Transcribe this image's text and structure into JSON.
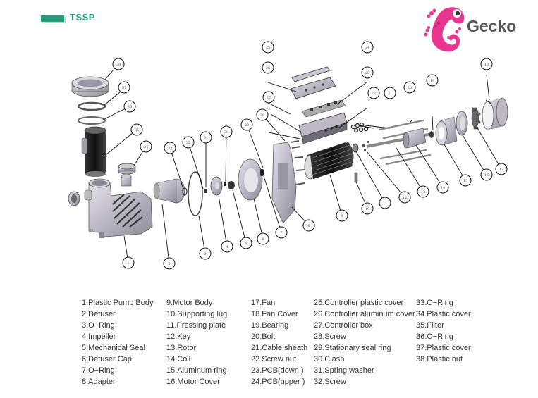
{
  "header": {
    "title": "TSSP",
    "accent_color": "#2a9a7c"
  },
  "logo": {
    "text": "Gecko",
    "icon": "gecko-icon",
    "icon_color": "#e8368f"
  },
  "diagram": {
    "title": "Exploded view of pump",
    "callouts": [
      "1",
      "2",
      "3",
      "4",
      "5",
      "6",
      "7",
      "8",
      "9",
      "10",
      "11",
      "12",
      "13",
      "14",
      "15",
      "16",
      "17",
      "18",
      "19",
      "20",
      "21",
      "22",
      "23",
      "24",
      "25",
      "26",
      "27",
      "28",
      "29",
      "30",
      "31",
      "32",
      "33",
      "34",
      "35",
      "36",
      "37",
      "38"
    ]
  },
  "legend": {
    "columns": [
      [
        "1.Plastic Pump Body",
        "2.Defuser",
        "3.O−Ring",
        "4.Impeller",
        "5.Mechanical Seal",
        "6.Defuser Cap",
        "7.O−Ring",
        "8.Adapter"
      ],
      [
        "9.Motor Body",
        "10.Supporting lug",
        "11.Pressing plate",
        "12.Key",
        "13.Rotor",
        "14.Coil",
        "15.Aluminum ring",
        "16.Motor Cover"
      ],
      [
        "17.Fan",
        "18.Fan Cover",
        "19.Bearing",
        "20.Bolt",
        "21.Cable sheath",
        "22.Screw nut",
        "23.PCB(down )",
        "24.PCB(upper )"
      ],
      [
        "25.Controller plastic cover",
        "26.Controller aluminum cover",
        "27.Controller box",
        "28.Screw",
        "29.Stationary seal ring",
        "30.Clasp",
        "31.Spring washer",
        "32.Screw"
      ],
      [
        "33.O−Ring",
        "34.Plastic cover",
        "35.Filter",
        "36.O−Ring",
        "37.Plastic cover",
        "38.Plastic nut"
      ]
    ]
  }
}
